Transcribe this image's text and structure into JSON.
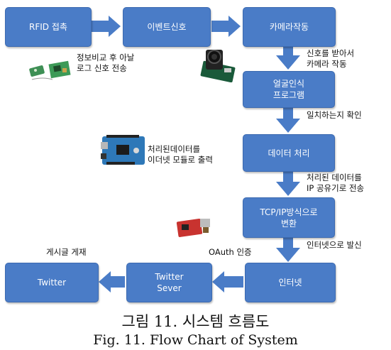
{
  "boxes": {
    "rfid": "RFID 접촉",
    "event": "이벤트신호",
    "camera": "카메라작동",
    "face": "얼굴인식\n프로그램",
    "data": "데이터 처리",
    "tcp": "TCP/IP방식으로\n변환",
    "internet": "인터넷",
    "server": "Twitter\nSever",
    "twitter": "Twitter"
  },
  "notes": {
    "compare": "정보비교 후 아날\n로그 신호 전송",
    "receive_signal": "신호를 받아서\n카메라 작동",
    "match_check": "일치하는지 확인",
    "ethernet_output": "처리된데이터를\n이더넷 모듈로 출력",
    "ip_share": "처리된 데이터를\nIP 공유기로 전송",
    "internet_send": "인터넷으로 발신",
    "oauth": "OAuth 인증",
    "post": "게시글 게재"
  },
  "caption": {
    "korean": "그림 11. 시스템 흐름도",
    "english": "Fig. 11. Flow Chart of System"
  },
  "colors": {
    "box": "#4a7cc7",
    "arrow": "#4a7cc7"
  },
  "icons": [
    "rfid-module-icon",
    "camera-module-icon",
    "arduino-board-icon",
    "ethernet-module-icon"
  ]
}
